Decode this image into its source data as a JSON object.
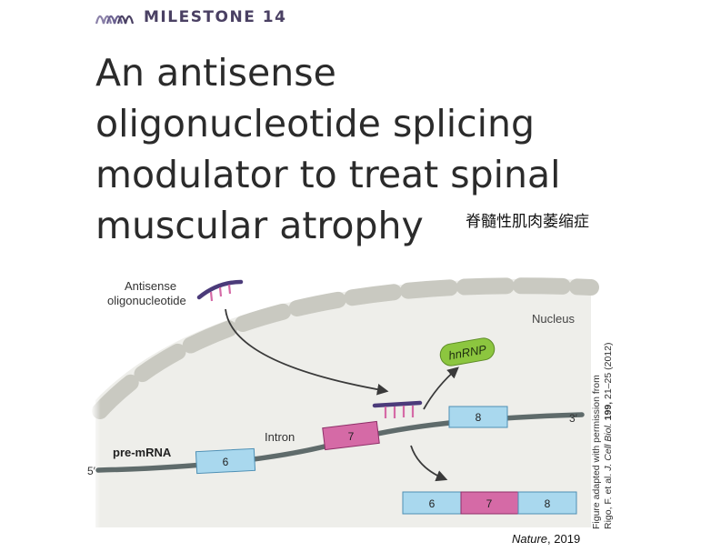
{
  "header": {
    "label": "MILESTONE 14"
  },
  "title_lines": [
    "An antisense",
    "oligonucleotide splicing",
    "modulator to treat spinal",
    "muscular atrophy"
  ],
  "chinese_term": "脊髓性肌肉萎缩症",
  "diagram": {
    "aso_label_line1": "Antisense",
    "aso_label_line2": "oligonucleotide",
    "nucleus_label": "Nucleus",
    "hnrnp_label": "hnRNP",
    "pre_mrna_label": "pre-mRNA",
    "intron_label": "Intron",
    "five_prime": "5′",
    "three_prime": "3′",
    "exons": [
      "6",
      "7",
      "8"
    ],
    "product_exons": [
      "6",
      "7",
      "8"
    ]
  },
  "colors": {
    "exon_blue": "#a9d8ee",
    "exon_pink": "#d56aa6",
    "hnrnp_green": "#8cc63f",
    "aso_purple": "#4b3b7a",
    "strand_gray": "#5f6b6b",
    "nucleus_gray": "#c9c9c1"
  },
  "side_credit": {
    "line1": "Figure adapted with permission from",
    "line2_pre": "Rigo, F. et al. ",
    "line2_journal": "J. Cell Biol.",
    "line2_volume": "199,",
    "line2_post": " 21–25 (2012)"
  },
  "source": {
    "journal": "Nature",
    "year": ", 2019"
  }
}
